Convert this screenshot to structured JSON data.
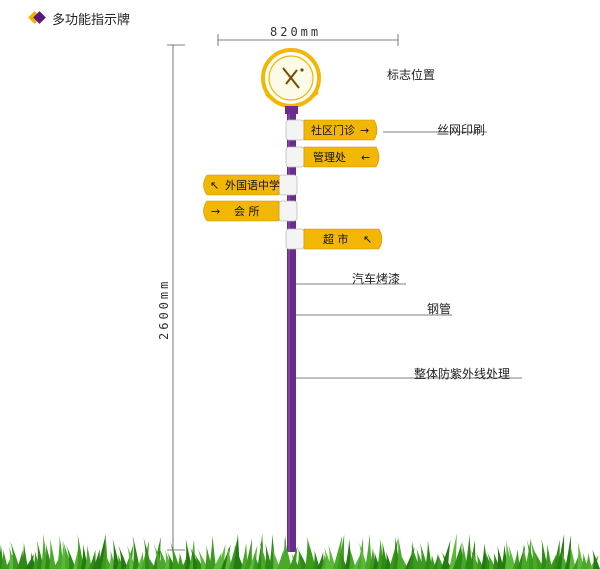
{
  "header": {
    "title": "多功能指示牌",
    "icon": "diamond-icon"
  },
  "dimensions": {
    "width": "820mm",
    "height": "2600mm"
  },
  "labels": {
    "logo_position": "标志位置",
    "screen_print": "丝网印刷",
    "car_paint": "汽车烤漆",
    "steel_pipe": "钢管",
    "uv_treatment": "整体防紫外线处理"
  },
  "signs": [
    {
      "text": "社区门诊",
      "arrow": "→",
      "side": "right"
    },
    {
      "text": "管理处",
      "arrow": "←",
      "side": "right"
    },
    {
      "text": "外国语中学",
      "arrow": "↖",
      "side": "left"
    },
    {
      "text": "会 所",
      "arrow": "→",
      "side": "left"
    },
    {
      "text": "超 市",
      "arrow": "↖",
      "side": "right"
    }
  ],
  "colors": {
    "pole": "#6a2c8a",
    "sign": "#f2b705",
    "grass": "#3c9a1e"
  }
}
